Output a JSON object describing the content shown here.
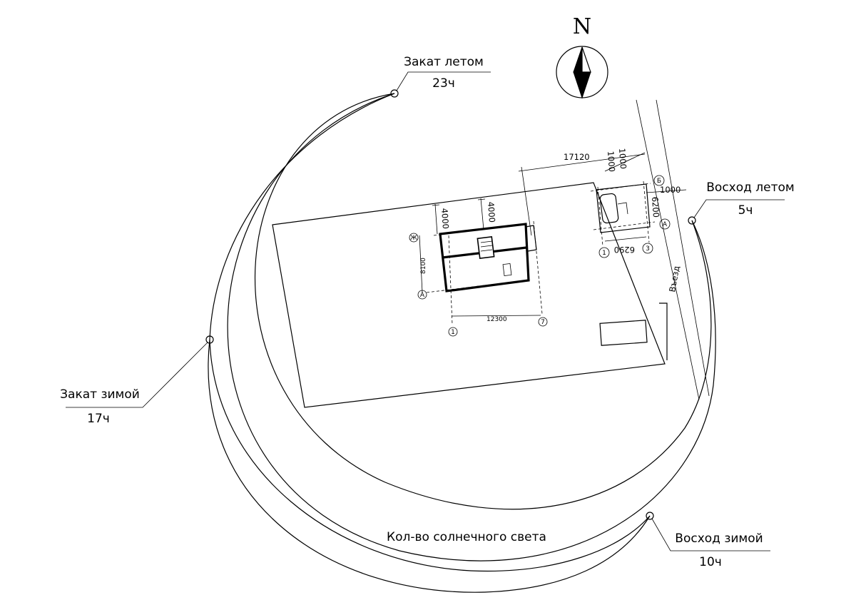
{
  "compass": {
    "north_label": "N"
  },
  "sun_points": {
    "summer_sunset": {
      "label": "Закат летом",
      "time": "23ч"
    },
    "summer_sunrise": {
      "label": "Восход летом",
      "time": "5ч"
    },
    "winter_sunset": {
      "label": "Закат зимой",
      "time": "17ч"
    },
    "winter_sunrise": {
      "label": "Восход зимой",
      "time": "10ч"
    }
  },
  "sunlight_caption": "Кол-во солнечного света",
  "site": {
    "entrance_label": "Въезд"
  },
  "house": {
    "dim_top_a": "4000",
    "dim_top_b": "4000",
    "dim_top_long": "17120",
    "dim_left": "8100",
    "dim_bottom": "12300",
    "axis_zh": "Ж",
    "axis_a": "А",
    "axis_1": "1",
    "axis_7": "7"
  },
  "garage": {
    "dim_top_a": "1000",
    "dim_top_b": "1000",
    "dim_right_a": "1000",
    "dim_right_b": "6200",
    "dim_bottom": "6290",
    "axis_b": "Б",
    "axis_a": "А",
    "axis_1": "1",
    "axis_3": "3"
  }
}
